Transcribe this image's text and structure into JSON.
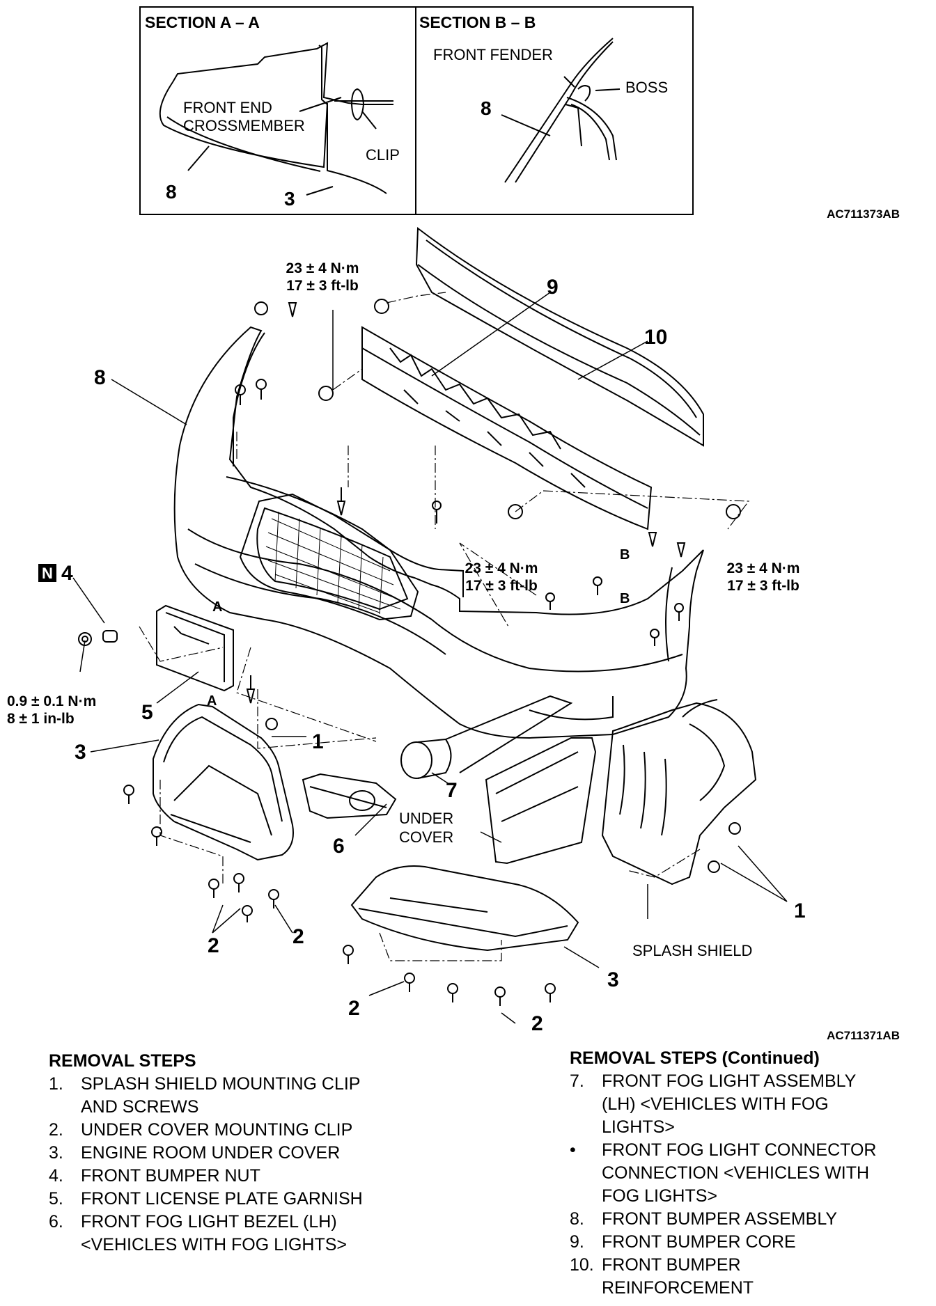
{
  "section_a": {
    "title": "SECTION A – A",
    "label_crossmember": [
      "FRONT END",
      "CROSSMEMBER"
    ],
    "label_clip": "CLIP",
    "callouts": [
      "8",
      "3"
    ]
  },
  "section_b": {
    "title": "SECTION B – B",
    "label_fender": "FRONT FENDER",
    "label_boss": "BOSS",
    "callouts": [
      "8"
    ]
  },
  "figure_ids": {
    "top": "AC711373AB",
    "main": "AC711371AB"
  },
  "torque_specs": {
    "upper": [
      "23 ± 4 N·m",
      "17 ± 3 ft-lb"
    ],
    "middle": [
      "23 ± 4 N·m",
      "17 ± 3 ft-lb"
    ],
    "right": [
      "23 ± 4 N·m",
      "17 ± 3 ft-lb"
    ],
    "small": [
      "0.9 ± 0.1 N·m",
      "8 ± 1 in-lb"
    ]
  },
  "callouts": {
    "c1a": "1",
    "c1b": "1",
    "c2a": "2",
    "c2b": "2",
    "c2c": "2",
    "c2d": "2",
    "c3a": "3",
    "c3b": "3",
    "c4": "4",
    "c5": "5",
    "c6": "6",
    "c7": "7",
    "c8": "8",
    "c9": "9",
    "c10": "10",
    "badge_n": "N",
    "sec_a1": "A",
    "sec_a2": "A",
    "sec_b1": "B",
    "sec_b2": "B"
  },
  "part_labels": {
    "under_cover": [
      "UNDER",
      "COVER"
    ],
    "splash_shield": "SPLASH SHIELD"
  },
  "removal_steps": {
    "heading": "REMOVAL STEPS",
    "items": [
      {
        "num": "1.",
        "lines": [
          "SPLASH SHIELD MOUNTING CLIP",
          "AND SCREWS"
        ]
      },
      {
        "num": "2.",
        "lines": [
          "UNDER COVER MOUNTING CLIP"
        ]
      },
      {
        "num": "3.",
        "lines": [
          "ENGINE ROOM UNDER COVER"
        ]
      },
      {
        "num": "4.",
        "lines": [
          "FRONT BUMPER NUT"
        ]
      },
      {
        "num": "5.",
        "lines": [
          "FRONT LICENSE PLATE GARNISH"
        ]
      },
      {
        "num": "6.",
        "lines": [
          "FRONT FOG LIGHT BEZEL (LH)",
          "<VEHICLES WITH FOG LIGHTS>"
        ]
      }
    ]
  },
  "removal_steps_continued": {
    "heading": "REMOVAL STEPS (Continued)",
    "items": [
      {
        "num": "7.",
        "lines": [
          "FRONT FOG LIGHT ASSEMBLY",
          "(LH) <VEHICLES WITH FOG",
          "LIGHTS>"
        ]
      },
      {
        "num": "•",
        "lines": [
          "FRONT FOG LIGHT CONNECTOR",
          "CONNECTION <VEHICLES WITH",
          "FOG LIGHTS>"
        ]
      },
      {
        "num": "8.",
        "lines": [
          "FRONT BUMPER ASSEMBLY"
        ]
      },
      {
        "num": "9.",
        "lines": [
          "FRONT BUMPER CORE"
        ]
      },
      {
        "num": "10.",
        "lines": [
          "FRONT BUMPER",
          "REINFORCEMENT"
        ]
      }
    ]
  }
}
